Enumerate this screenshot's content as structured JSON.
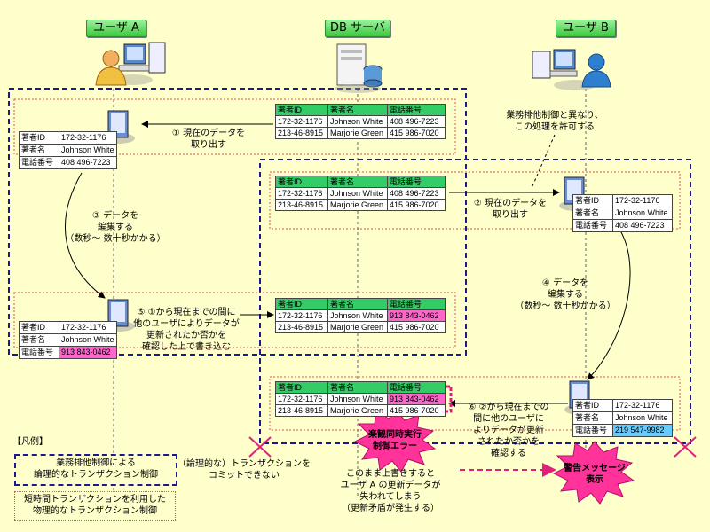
{
  "actors": {
    "user_a": "ユーザ A",
    "db_server": "DB サーバ",
    "user_b": "ユーザ B"
  },
  "columns": {
    "id": "著者ID",
    "name": "著者名",
    "phone": "電話番号"
  },
  "rows": {
    "r1": {
      "id": "172-32-1176",
      "name": "Johnson White",
      "phone_old": "408 496-7223",
      "phone_a": "913 843-0462",
      "phone_b": "219 547-9982"
    },
    "r2": {
      "id": "213-46-8915",
      "name": "Marjorie Green",
      "phone": "415 986-7020"
    }
  },
  "steps": {
    "s1": "① 現在のデータを\n取り出す",
    "s2": "② 現在のデータを\n取り出す",
    "s3": "③ データを\n編集する\n（数秒～ 数十秒かかる）",
    "s4": "④ データを\n編集する\n（数秒～ 数十秒かかる）",
    "s5": "⑤ ①から現在までの間に\n他のユーザによりデータが\n更新されたか否かを\n確認した上で書き込む",
    "s6": "⑥ ②から現在までの\n間に他のユーザに\nよりデータが更新\nされたか否かを\n確認する"
  },
  "note_b": "業務排他制御と異なり、\nこの処理を許可する",
  "burst_conflict": "楽観同時実行\n制御エラー",
  "burst_warning": "警告メッセージ\n表示",
  "cannot_commit": "（論理的な）トランザクションを\nコミットできない",
  "consequence": "このまま上書きすると\nユーザ A の更新データが\n失われてしまう\n（更新矛盾が発生する）",
  "legend": {
    "title": "【凡例】",
    "business": "業務排他制御による\n論理的なトランザクション制御",
    "physical": "短時間トランザクションを利用した\n物理的なトランザクション制御"
  },
  "colors": {
    "background": "#ffffcc",
    "header_green": "#33cc66",
    "updated_pink": "#ff66cc",
    "updated_blue": "#66ccff",
    "logical_border": "#1a1a8c",
    "physical_border": "#e05050",
    "burst": "#ff3399"
  }
}
